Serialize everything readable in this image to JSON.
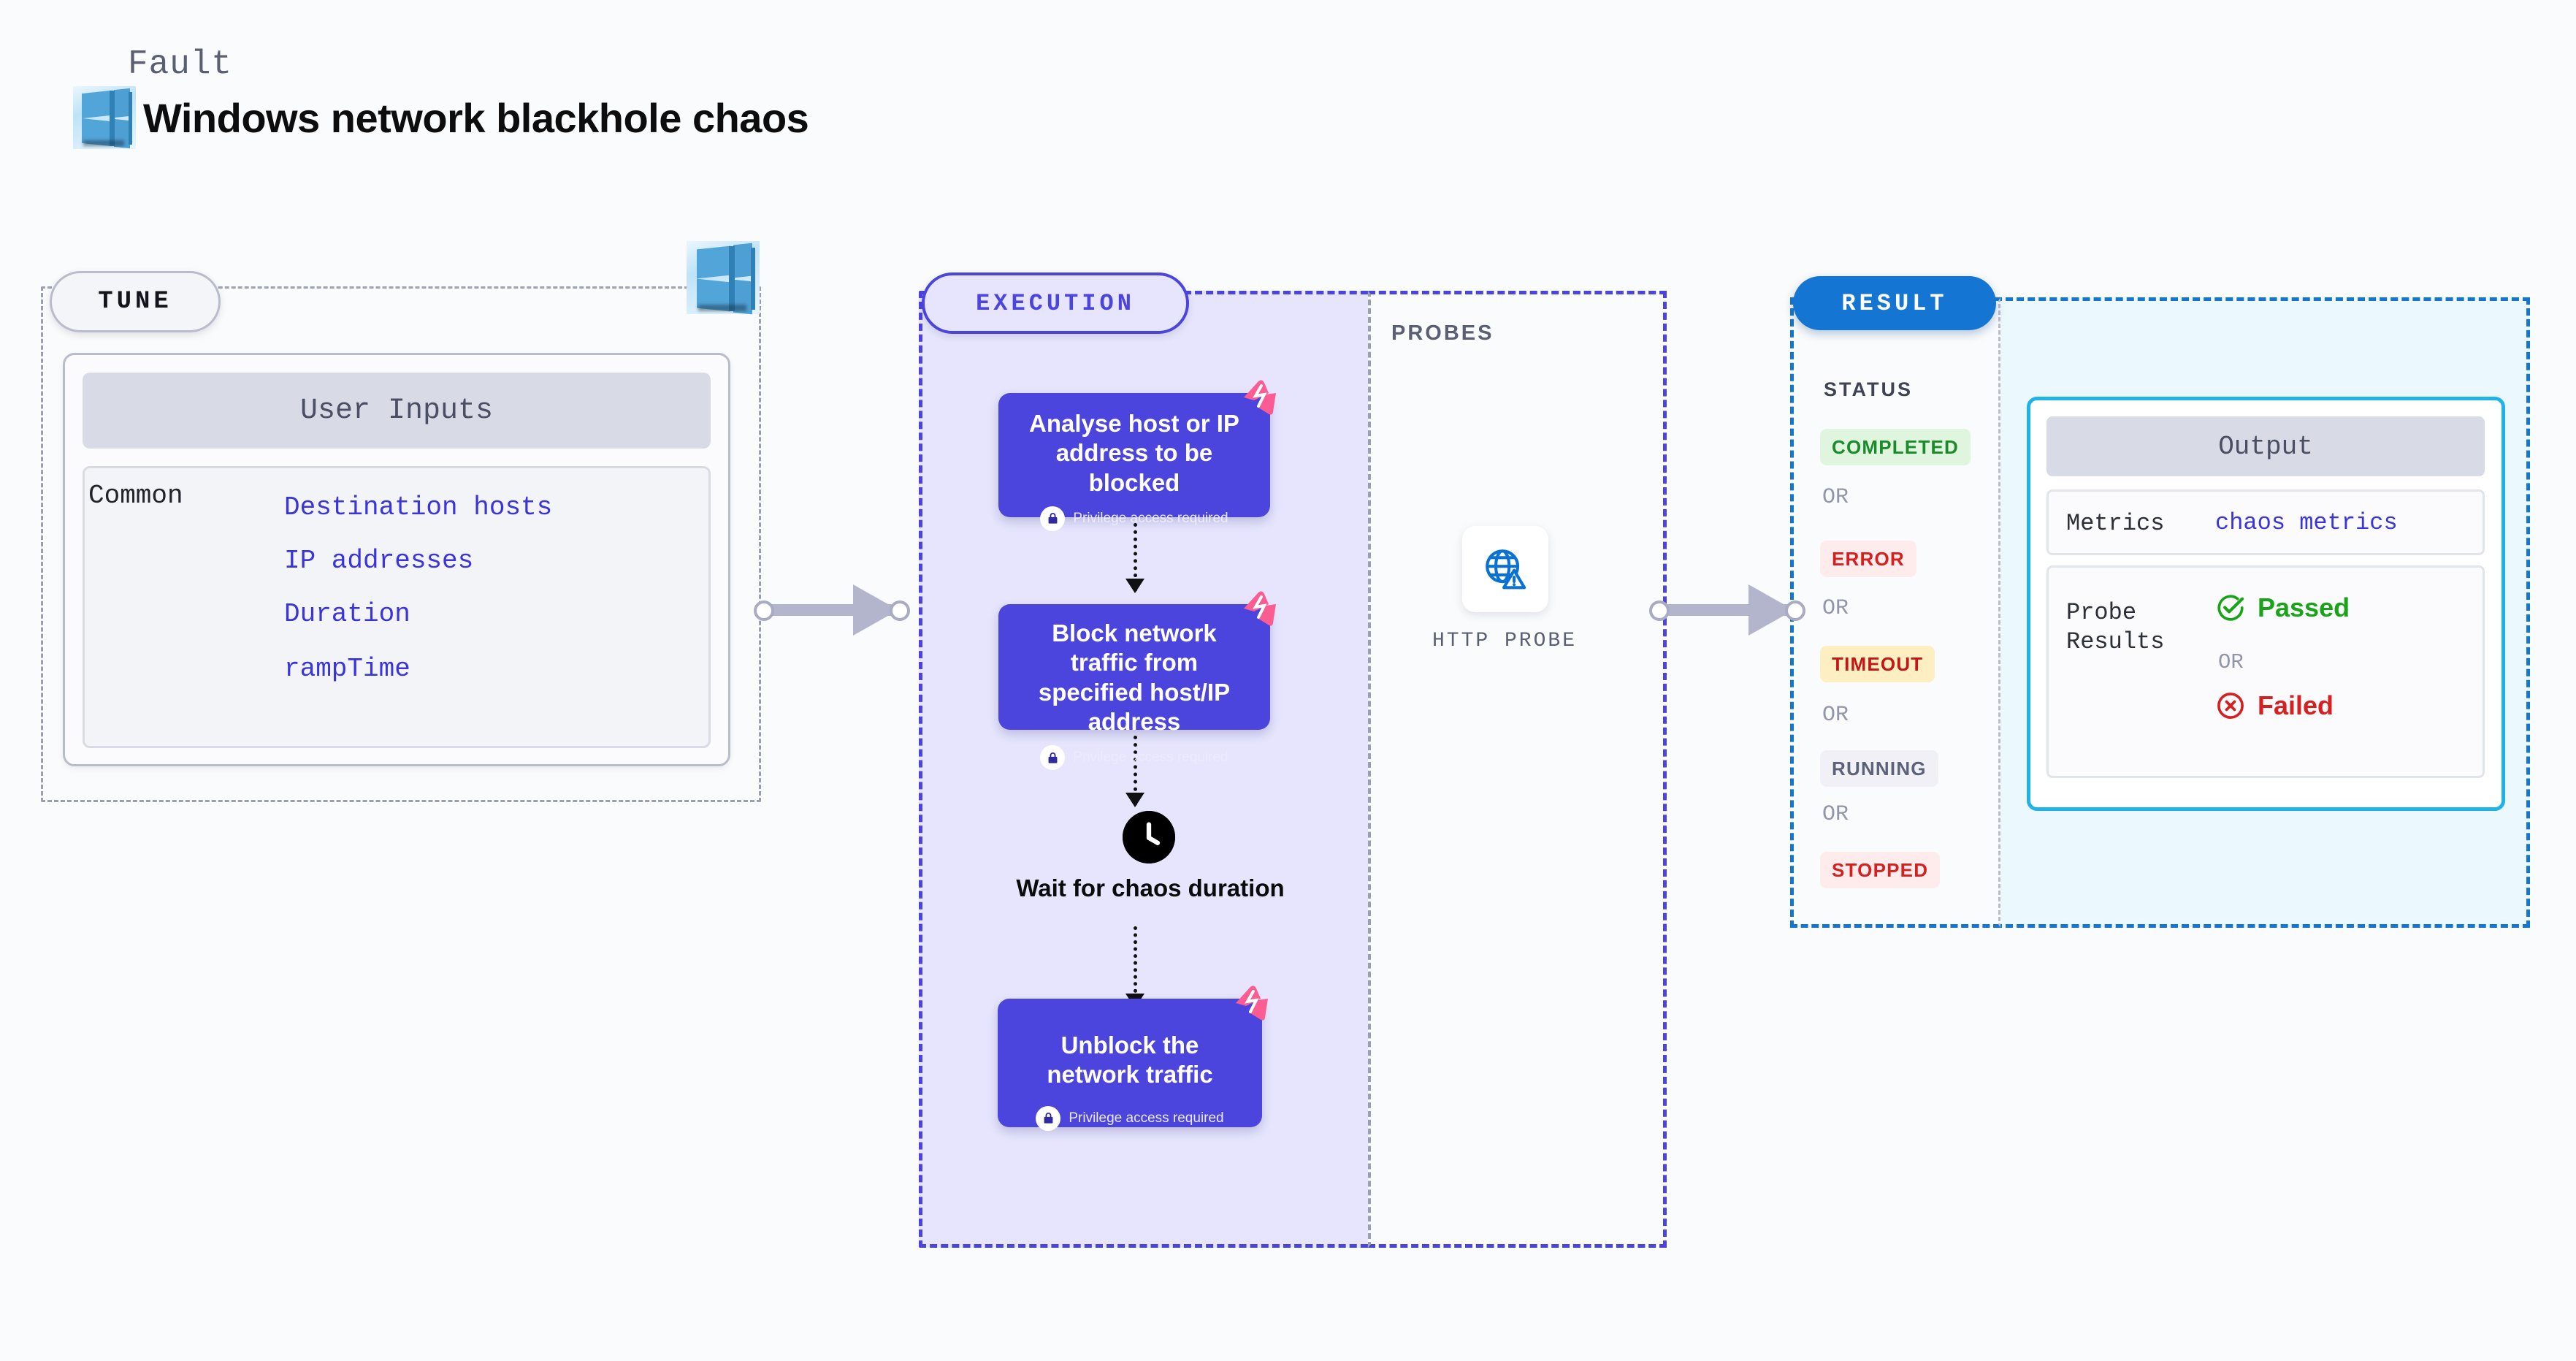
{
  "header": {
    "fault_label": "Fault",
    "title": "Windows network blackhole chaos",
    "logo_icon": "windows-logo-icon"
  },
  "tune": {
    "pill_label": "TUNE",
    "logo_icon": "windows-logo-icon",
    "user_inputs_header": "User Inputs",
    "group_label": "Common",
    "params": [
      "Destination hosts",
      "IP addresses",
      "Duration",
      "rampTime"
    ]
  },
  "execution": {
    "pill_label": "EXECUTION",
    "steps": [
      {
        "title": "Analyse host or IP address to be blocked",
        "privilege": "Privilege access required",
        "lock_icon": "lock-icon",
        "badge_icon": "chaos-badge-icon"
      },
      {
        "title": "Block network traffic from specified host/IP address",
        "privilege": "Privilege access required",
        "lock_icon": "lock-icon",
        "badge_icon": "chaos-badge-icon"
      },
      {
        "title": "Unblock the network traffic",
        "privilege": "Privilege access required",
        "lock_icon": "lock-icon",
        "badge_icon": "chaos-badge-icon"
      }
    ],
    "wait_step": {
      "label": "Wait for chaos duration",
      "icon": "clock-icon"
    }
  },
  "probes": {
    "section_label": "PROBES",
    "items": [
      {
        "caption": "HTTP PROBE",
        "icon": "globe-warning-icon"
      }
    ]
  },
  "result": {
    "pill_label": "RESULT",
    "status_label": "STATUS",
    "or_label": "OR",
    "statuses": [
      {
        "label": "COMPLETED",
        "color": "#1b8a2b",
        "bg": "#dff5de"
      },
      {
        "label": "ERROR",
        "color": "#d61f1f",
        "bg": "#fdeceb"
      },
      {
        "label": "TIMEOUT",
        "color": "#c41616",
        "bg": "#fdefc2"
      },
      {
        "label": "RUNNING",
        "color": "#5c6278",
        "bg": "#f0f0f6"
      },
      {
        "label": "STOPPED",
        "color": "#d61f1f",
        "bg": "#fdeceb"
      }
    ],
    "output": {
      "header": "Output",
      "metrics_label": "Metrics",
      "metrics_value": "chaos metrics",
      "probe_results_label": "Probe Results",
      "or_label": "OR",
      "passed_label": "Passed",
      "passed_icon": "check-circle-icon",
      "passed_color": "#19a319",
      "failed_label": "Failed",
      "failed_icon": "x-circle-icon",
      "failed_color": "#d61f1f"
    }
  },
  "connectors": {
    "tune_to_execution": "arrow-connector",
    "probes_to_result": "arrow-connector"
  },
  "colors": {
    "page_bg": "#fafbfc",
    "execution_accent": "#4b44dd",
    "execution_bg": "#e6e5fd",
    "result_accent": "#1476d2",
    "result_bg": "#ebf9fe",
    "output_border": "#1fb3e8",
    "chaos_pink": "#fb5c91"
  }
}
